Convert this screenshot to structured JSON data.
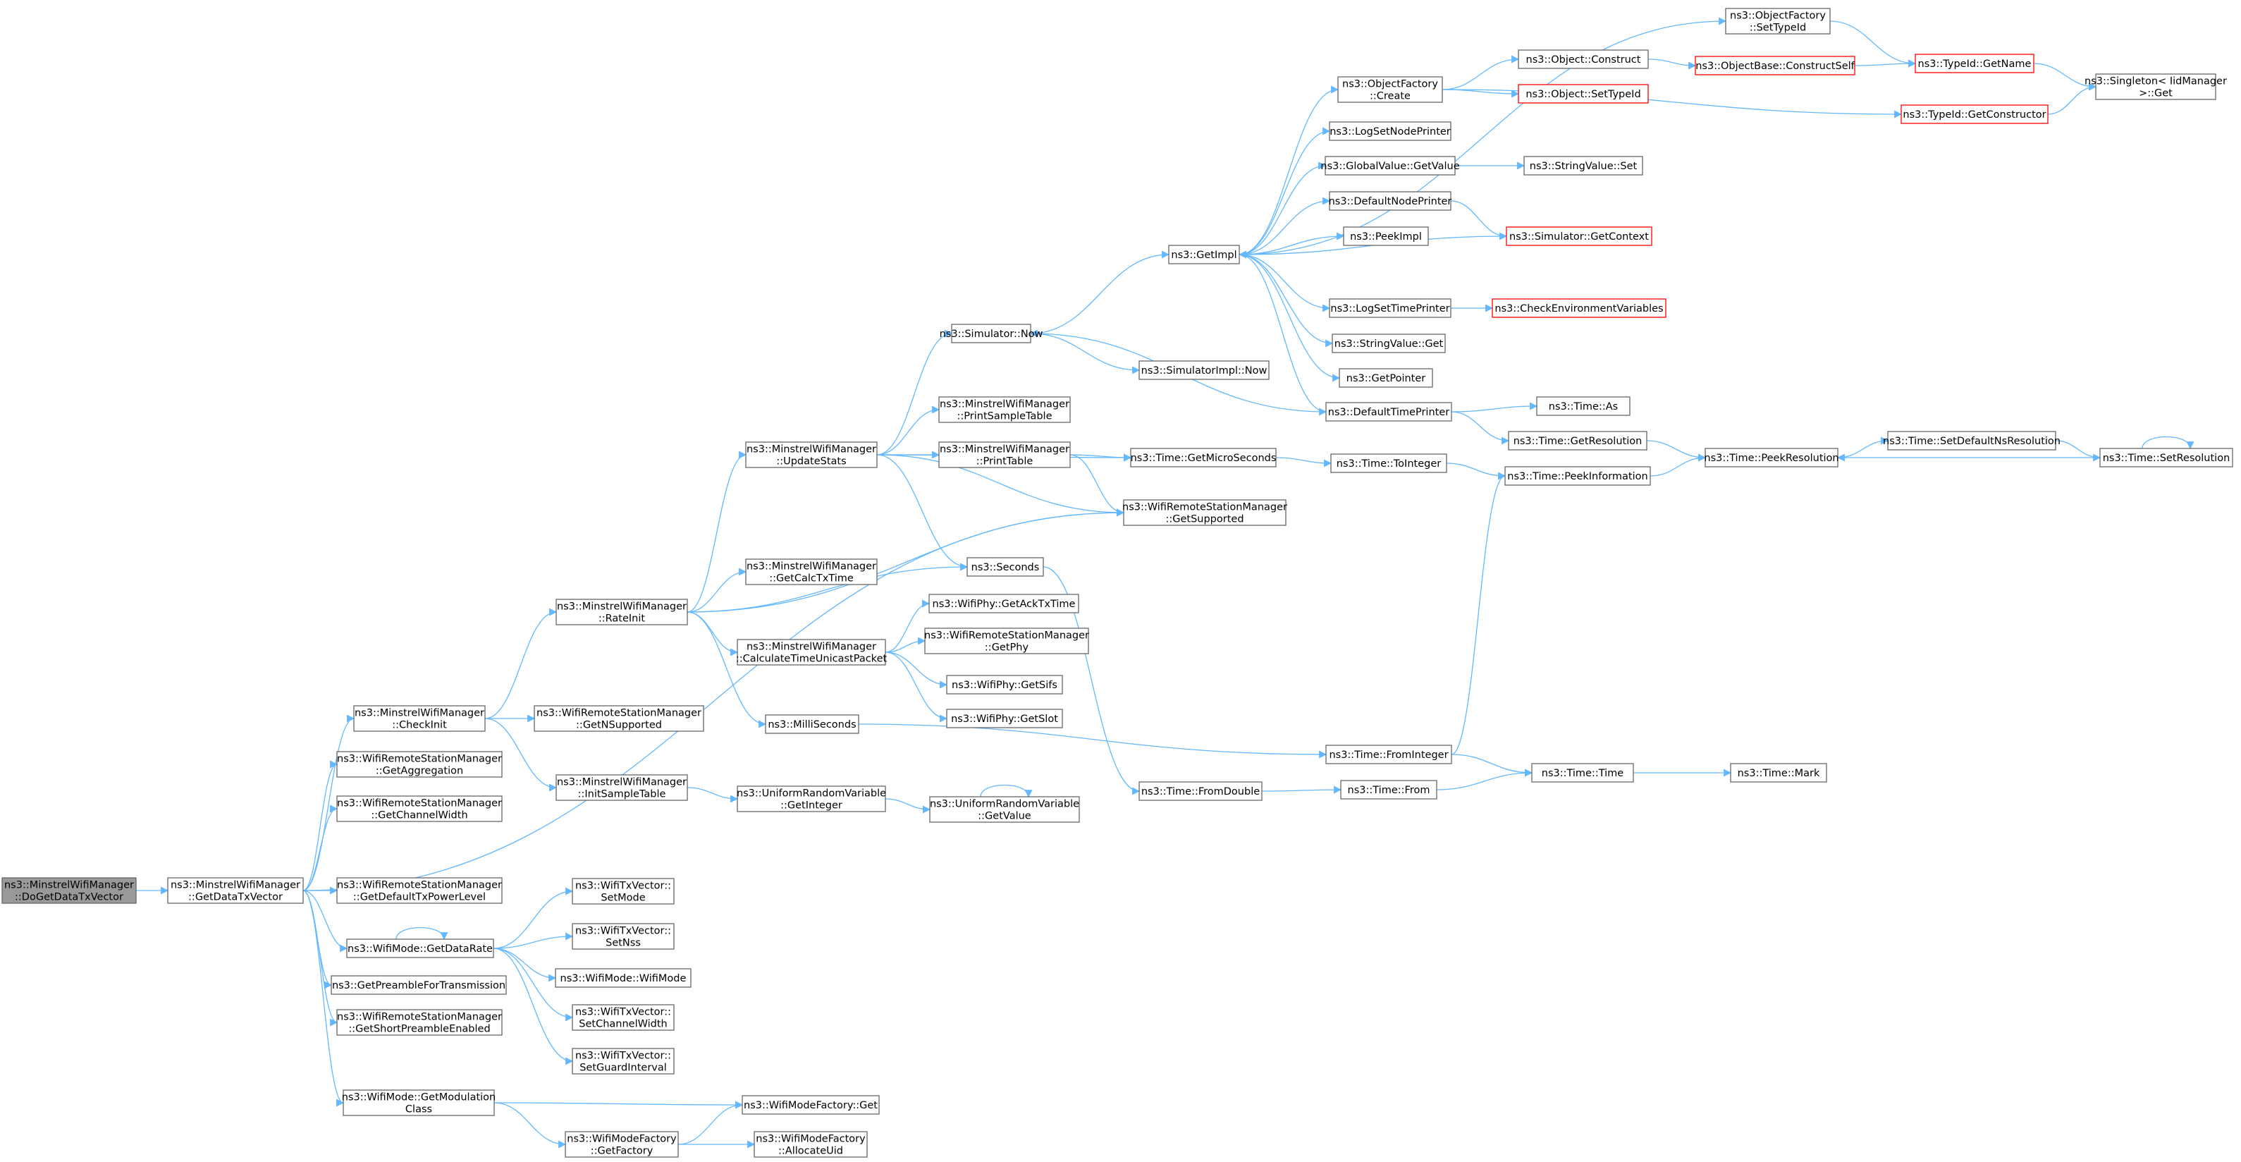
{
  "colors": {
    "edge": "#63b8ff",
    "node_border": "#666666",
    "node_fill": "#ffffff",
    "root_fill": "#999999",
    "truncated_border": "#ff0000"
  },
  "nodes": [
    {
      "id": "n_dogetdatatxvector",
      "lines": [
        "ns3::MinstrelWifiManager",
        "::DoGetDataTxVector"
      ],
      "root": true
    },
    {
      "id": "n_getdatatxvector",
      "lines": [
        "ns3::MinstrelWifiManager",
        "::GetDataTxVector"
      ]
    },
    {
      "id": "n_checkinit",
      "lines": [
        "ns3::MinstrelWifiManager",
        "::CheckInit"
      ]
    },
    {
      "id": "n_getaggregation",
      "lines": [
        "ns3::WifiRemoteStationManager",
        "::GetAggregation"
      ]
    },
    {
      "id": "n_getchannelwidth",
      "lines": [
        "ns3::WifiRemoteStationManager",
        "::GetChannelWidth"
      ]
    },
    {
      "id": "n_getdefaulttxpowerlevel",
      "lines": [
        "ns3::WifiRemoteStationManager",
        "::GetDefaultTxPowerLevel"
      ]
    },
    {
      "id": "n_getdatarate",
      "lines": [
        "ns3::WifiMode::GetDataRate"
      ]
    },
    {
      "id": "n_getpreamble",
      "lines": [
        "ns3::GetPreambleForTransmission"
      ]
    },
    {
      "id": "n_getshortpreamble",
      "lines": [
        "ns3::WifiRemoteStationManager",
        "::GetShortPreambleEnabled"
      ]
    },
    {
      "id": "n_getmodulationclass",
      "lines": [
        "ns3::WifiMode::GetModulation",
        "Class"
      ]
    },
    {
      "id": "n_rateinit",
      "lines": [
        "ns3::MinstrelWifiManager",
        "::RateInit"
      ]
    },
    {
      "id": "n_getnsupported",
      "lines": [
        "ns3::WifiRemoteStationManager",
        "::GetNSupported"
      ]
    },
    {
      "id": "n_initsampletable",
      "lines": [
        "ns3::MinstrelWifiManager",
        "::InitSampleTable"
      ]
    },
    {
      "id": "n_setmode",
      "lines": [
        "ns3::WifiTxVector::",
        "SetMode"
      ]
    },
    {
      "id": "n_setnss",
      "lines": [
        "ns3::WifiTxVector::",
        "SetNss"
      ]
    },
    {
      "id": "n_wifimode",
      "lines": [
        "ns3::WifiMode::WifiMode"
      ]
    },
    {
      "id": "n_setchannelwidth",
      "lines": [
        "ns3::WifiTxVector::",
        "SetChannelWidth"
      ]
    },
    {
      "id": "n_setguardinterval",
      "lines": [
        "ns3::WifiTxVector::",
        "SetGuardInterval"
      ]
    },
    {
      "id": "n_modefactory_get",
      "lines": [
        "ns3::WifiModeFactory::Get"
      ]
    },
    {
      "id": "n_getfactory",
      "lines": [
        "ns3::WifiModeFactory",
        "::GetFactory"
      ]
    },
    {
      "id": "n_allocateuid",
      "lines": [
        "ns3::WifiModeFactory",
        "::AllocateUid"
      ]
    },
    {
      "id": "n_updatestats",
      "lines": [
        "ns3::MinstrelWifiManager",
        "::UpdateStats"
      ]
    },
    {
      "id": "n_getcalctxtime",
      "lines": [
        "ns3::MinstrelWifiManager",
        "::GetCalcTxTime"
      ]
    },
    {
      "id": "n_calctimeunicast",
      "lines": [
        "ns3::MinstrelWifiManager",
        "::CalculateTimeUnicastPacket"
      ]
    },
    {
      "id": "n_milliseconds",
      "lines": [
        "ns3::MilliSeconds"
      ]
    },
    {
      "id": "n_uniform_getinteger",
      "lines": [
        "ns3::UniformRandomVariable",
        "::GetInteger"
      ]
    },
    {
      "id": "n_uniform_getvalue",
      "lines": [
        "ns3::UniformRandomVariable",
        "::GetValue"
      ]
    },
    {
      "id": "n_simulator_now",
      "lines": [
        "ns3::Simulator::Now"
      ]
    },
    {
      "id": "n_printsampletable",
      "lines": [
        "ns3::MinstrelWifiManager",
        "::PrintSampleTable"
      ]
    },
    {
      "id": "n_printtable",
      "lines": [
        "ns3::MinstrelWifiManager",
        "::PrintTable"
      ]
    },
    {
      "id": "n_seconds",
      "lines": [
        "ns3::Seconds"
      ]
    },
    {
      "id": "n_getacktxtime",
      "lines": [
        "ns3::WifiPhy::GetAckTxTime"
      ]
    },
    {
      "id": "n_getphy",
      "lines": [
        "ns3::WifiRemoteStationManager",
        "::GetPhy"
      ]
    },
    {
      "id": "n_getsifs",
      "lines": [
        "ns3::WifiPhy::GetSifs"
      ]
    },
    {
      "id": "n_getslot",
      "lines": [
        "ns3::WifiPhy::GetSlot"
      ]
    },
    {
      "id": "n_simulatorimpl_now",
      "lines": [
        "ns3::SimulatorImpl::Now"
      ]
    },
    {
      "id": "n_getmicroseconds",
      "lines": [
        "ns3::Time::GetMicroSeconds"
      ]
    },
    {
      "id": "n_getsupported",
      "lines": [
        "ns3::WifiRemoteStationManager",
        "::GetSupported"
      ]
    },
    {
      "id": "n_time_fromdouble",
      "lines": [
        "ns3::Time::FromDouble"
      ]
    },
    {
      "id": "n_getimpl",
      "lines": [
        "ns3::GetImpl"
      ]
    },
    {
      "id": "n_objectfactory_create",
      "lines": [
        "ns3::ObjectFactory",
        "::Create"
      ]
    },
    {
      "id": "n_logsetnodeprinter",
      "lines": [
        "ns3::LogSetNodePrinter"
      ]
    },
    {
      "id": "n_globalvalue_getvalue",
      "lines": [
        "ns3::GlobalValue::GetValue"
      ]
    },
    {
      "id": "n_defaultnodeprinter",
      "lines": [
        "ns3::DefaultNodePrinter"
      ]
    },
    {
      "id": "n_peekimpl",
      "lines": [
        "ns3::PeekImpl"
      ]
    },
    {
      "id": "n_logsettimeprinter",
      "lines": [
        "ns3::LogSetTimePrinter"
      ]
    },
    {
      "id": "n_stringvalue_get",
      "lines": [
        "ns3::StringValue::Get"
      ]
    },
    {
      "id": "n_getpointer",
      "lines": [
        "ns3::GetPointer"
      ]
    },
    {
      "id": "n_defaulttimeprinter",
      "lines": [
        "ns3::DefaultTimePrinter"
      ]
    },
    {
      "id": "n_time_tointeger",
      "lines": [
        "ns3::Time::ToInteger"
      ]
    },
    {
      "id": "n_time_frominteger",
      "lines": [
        "ns3::Time::FromInteger"
      ]
    },
    {
      "id": "n_time_from",
      "lines": [
        "ns3::Time::From"
      ]
    },
    {
      "id": "n_objectfactory_settypeid",
      "lines": [
        "ns3::ObjectFactory",
        "::SetTypeId"
      ]
    },
    {
      "id": "n_object_construct",
      "lines": [
        "ns3::Object::Construct"
      ]
    },
    {
      "id": "n_object_settypeid",
      "lines": [
        "ns3::Object::SetTypeId"
      ],
      "truncated": true
    },
    {
      "id": "n_stringvalue_set",
      "lines": [
        "ns3::StringValue::Set"
      ]
    },
    {
      "id": "n_simulator_getcontext",
      "lines": [
        "ns3::Simulator::GetContext"
      ],
      "truncated": true
    },
    {
      "id": "n_checkenv",
      "lines": [
        "ns3::CheckEnvironmentVariables"
      ],
      "truncated": true
    },
    {
      "id": "n_time_as",
      "lines": [
        "ns3::Time::As"
      ]
    },
    {
      "id": "n_time_getresolution",
      "lines": [
        "ns3::Time::GetResolution"
      ]
    },
    {
      "id": "n_time_peekinformation",
      "lines": [
        "ns3::Time::PeekInformation"
      ]
    },
    {
      "id": "n_time_time",
      "lines": [
        "ns3::Time::Time"
      ]
    },
    {
      "id": "n_objectbase_constructself",
      "lines": [
        "ns3::ObjectBase::ConstructSelf"
      ],
      "truncated": true
    },
    {
      "id": "n_typeid_getconstructor",
      "lines": [
        "ns3::TypeId::GetConstructor"
      ],
      "truncated": true
    },
    {
      "id": "n_time_peekresolution",
      "lines": [
        "ns3::Time::PeekResolution"
      ]
    },
    {
      "id": "n_time_mark",
      "lines": [
        "ns3::Time::Mark"
      ]
    },
    {
      "id": "n_typeid_getname",
      "lines": [
        "ns3::TypeId::GetName"
      ],
      "truncated": true
    },
    {
      "id": "n_setdefaultnsresolution",
      "lines": [
        "ns3::Time::SetDefaultNsResolution"
      ]
    },
    {
      "id": "n_singleton_get",
      "lines": [
        "ns3::Singleton< IidManager",
        " >::Get"
      ]
    },
    {
      "id": "n_time_setresolution",
      "lines": [
        "ns3::Time::SetResolution"
      ]
    }
  ]
}
